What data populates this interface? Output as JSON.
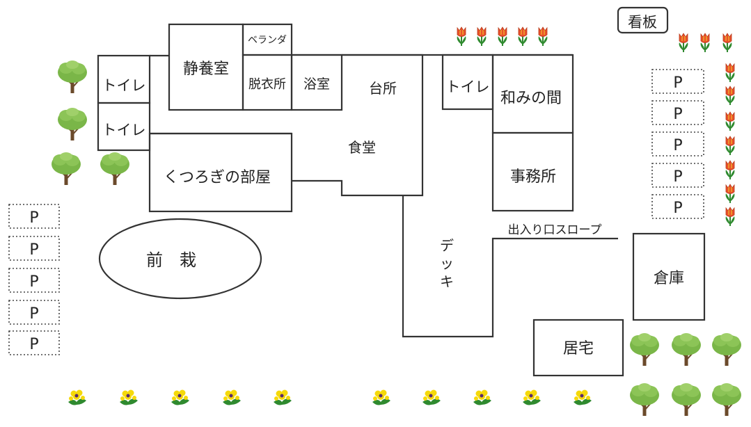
{
  "rooms": {
    "toilet_west_upper": "トイレ",
    "toilet_west_lower": "トイレ",
    "rest_room": "静養室",
    "veranda": "ベランダ",
    "dressing_room": "脱衣所",
    "bathroom": "浴室",
    "kitchen": "台所",
    "dining_hall": "食堂",
    "relax_room": "くつろぎの部屋",
    "toilet_east": "トイレ",
    "japanese_room": "和みの間",
    "office": "事務所",
    "deck": "デッキ",
    "storehouse": "倉庫",
    "residence": "居宅"
  },
  "labels": {
    "signboard": "看板",
    "front_garden": "前　栽",
    "entrance_slope": "出入り口スロープ"
  },
  "parking": {
    "label": "P",
    "west_count": 5,
    "east_count": 5
  },
  "colors": {
    "line": "#333333",
    "tree_leaf": "#7ab648",
    "tree_trunk": "#6b4a2b",
    "tulip_red": "#e8502a",
    "tulip_yellow": "#f2c12e",
    "pansy_yellow": "#f5d90a",
    "pansy_purple": "#5a2a6e",
    "leaf_green": "#2f8a2f"
  },
  "icons": {
    "tree": "tree-icon",
    "tulip": "tulip-icon",
    "pansy": "pansy-icon"
  }
}
